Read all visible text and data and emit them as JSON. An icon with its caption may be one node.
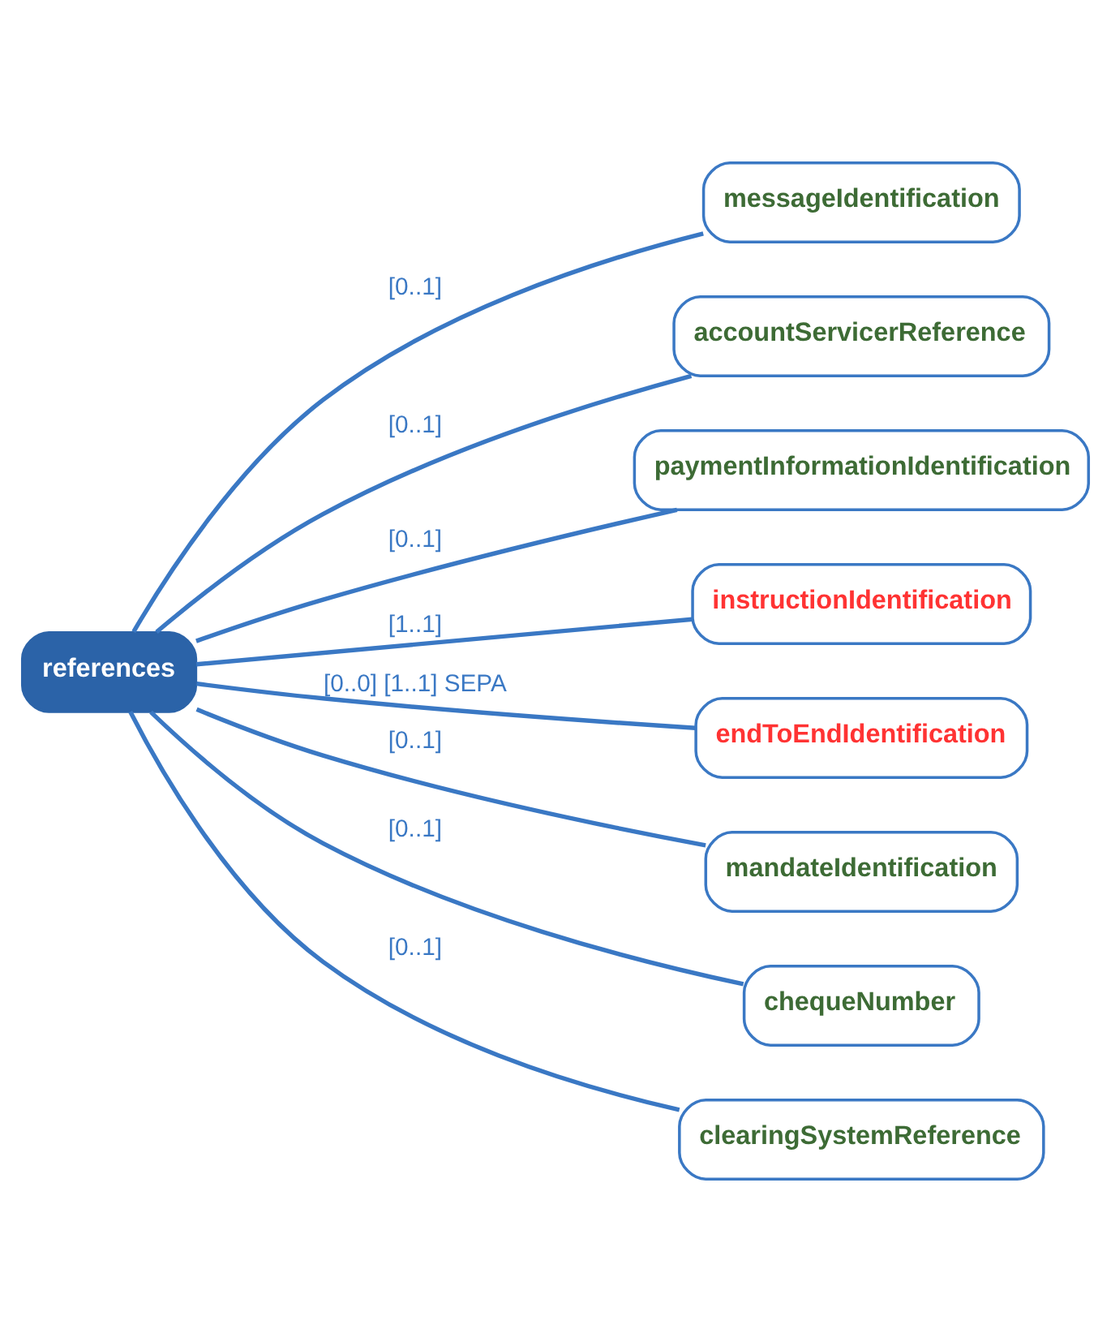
{
  "diagram": {
    "nodes": [
      {
        "text": [
          "references"
        ]
      },
      {
        "text": [
          "messageIdentification"
        ]
      },
      {
        "text": [
          "accountServicerReference"
        ]
      },
      {
        "text": [
          "paymentInformationIdentification"
        ]
      },
      {
        "text": [
          "instructionIdentification"
        ]
      },
      {
        "text": [
          "endToEndIdentification"
        ]
      },
      {
        "text": [
          "mandateIdentification"
        ]
      },
      {
        "text": [
          "chequeNumber"
        ]
      },
      {
        "text": [
          "clearingSystemReference"
        ]
      }
    ],
    "edges": [
      {
        "from": 0,
        "to": 1,
        "arrow": "none",
        "label": "[0..1]"
      },
      {
        "from": 0,
        "to": 2,
        "arrow": "none",
        "label": "[0..1]"
      },
      {
        "from": 0,
        "to": 3,
        "arrow": "none",
        "label": "[0..1]"
      },
      {
        "from": 0,
        "to": 4,
        "arrow": "none",
        "label": "[1..1]"
      },
      {
        "from": 0,
        "to": 5,
        "arrow": "none",
        "label": "[0..0] [1..1] SEPA"
      },
      {
        "from": 0,
        "to": 6,
        "arrow": "none",
        "label": "[0..1]"
      },
      {
        "from": 0,
        "to": 7,
        "arrow": "none",
        "label": "[0..1]"
      },
      {
        "from": 0,
        "to": 8,
        "arrow": "none",
        "label": "[0..1]"
      }
    ]
  }
}
